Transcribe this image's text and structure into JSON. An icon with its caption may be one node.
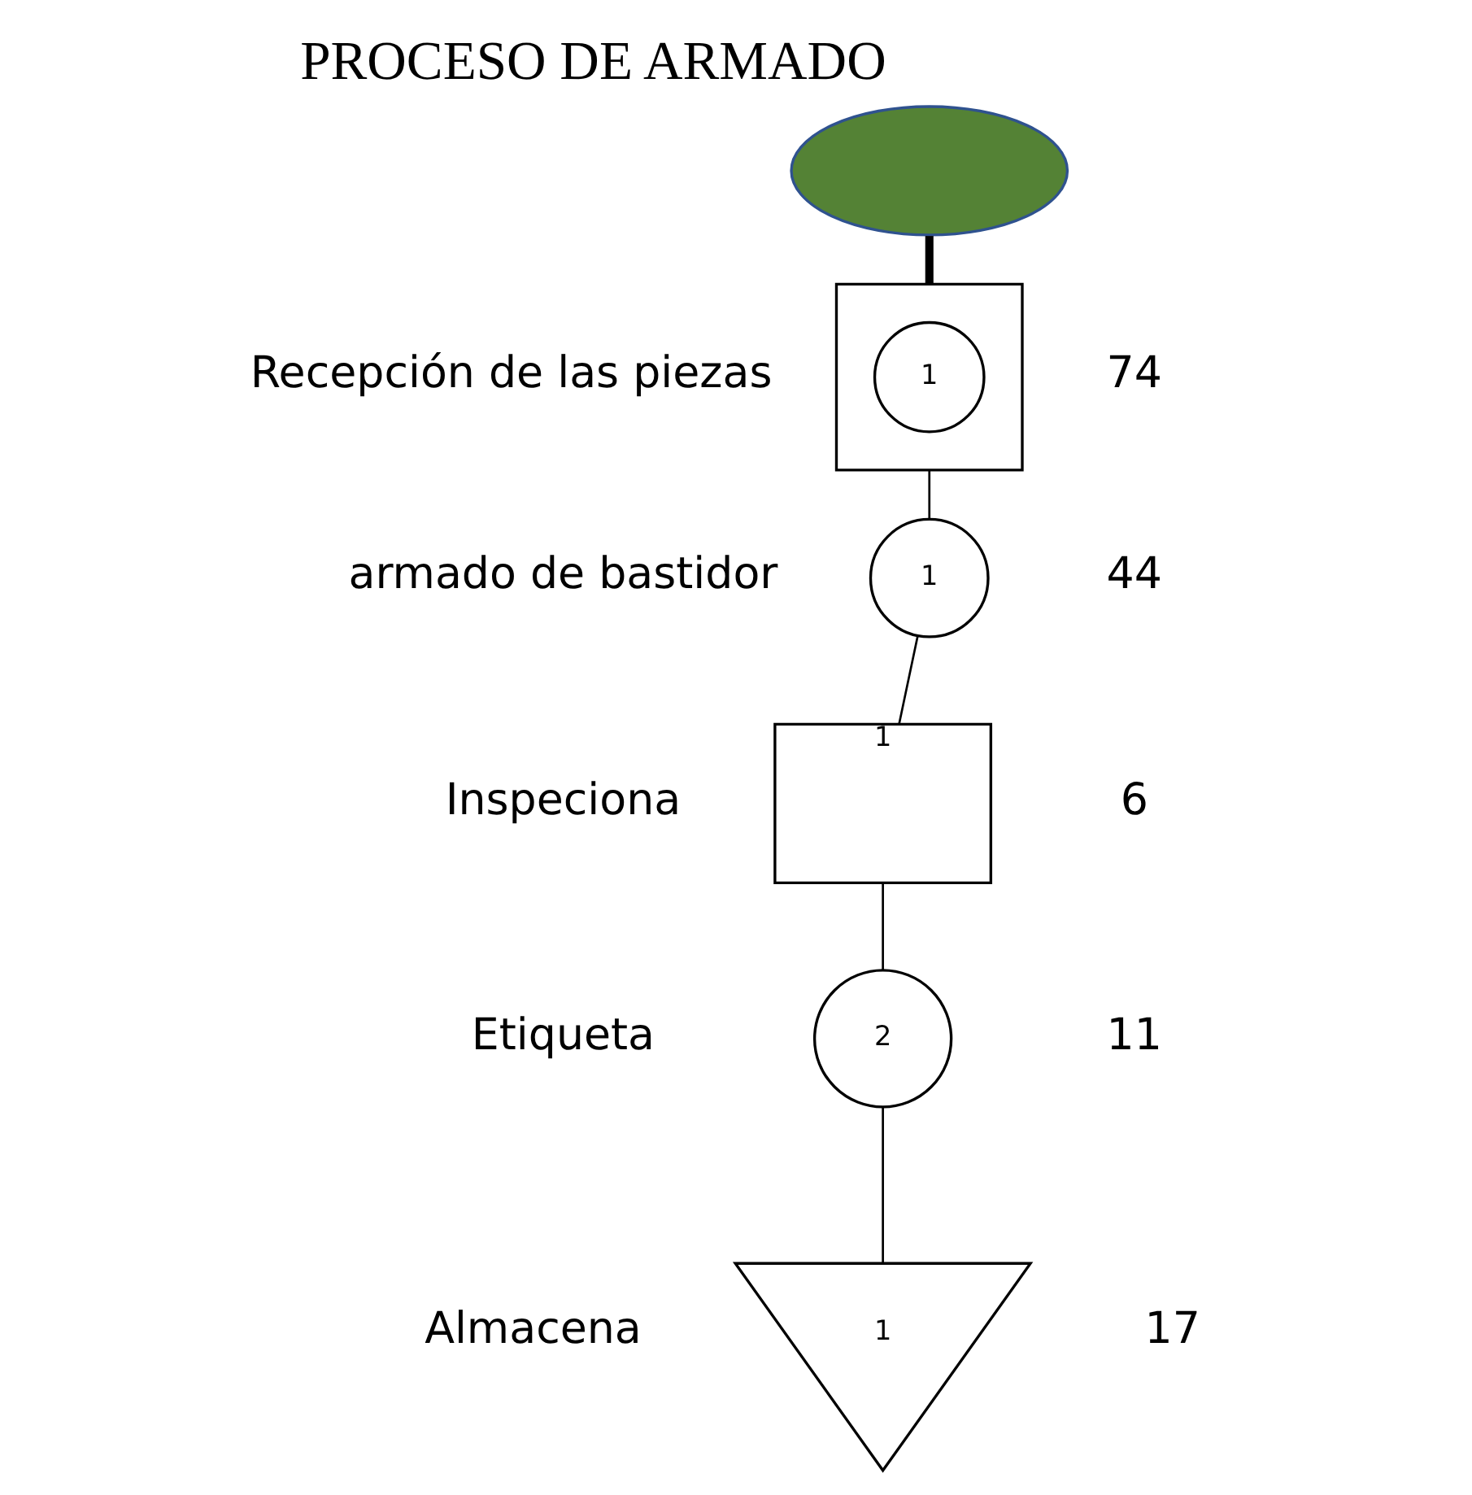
{
  "diagram": {
    "title": "PROCESO DE ARMADO",
    "nodes": [
      {
        "text": [],
        "shape": "ellipse"
      },
      {
        "text": [],
        "shape": "box",
        "beside": [
          "Recepción de las piezas",
          "74"
        ]
      },
      {
        "text": [
          "1"
        ],
        "in": 1
      },
      {
        "text": [
          "1"
        ],
        "beside": [
          "armado de bastidor",
          "44"
        ]
      },
      {
        "text": [
          "1"
        ],
        "beside": [
          "Inspeciona",
          "6"
        ]
      },
      {
        "text": [
          "2"
        ],
        "beside": [
          "Etiqueta",
          "11"
        ]
      },
      {
        "text": [
          "1"
        ],
        "beside": [
          "Almacena",
          "17"
        ]
      }
    ],
    "edges": [
      {
        "from": 0,
        "to": 1,
        "arrow": "none",
        "style": "thick"
      },
      {
        "from": 1,
        "to": 3,
        "arrow": "none"
      },
      {
        "from": 3,
        "to": 4,
        "arrow": "none"
      },
      {
        "from": 4,
        "to": 5,
        "arrow": "none"
      },
      {
        "from": 5,
        "to": 6,
        "arrow": "none"
      }
    ]
  }
}
